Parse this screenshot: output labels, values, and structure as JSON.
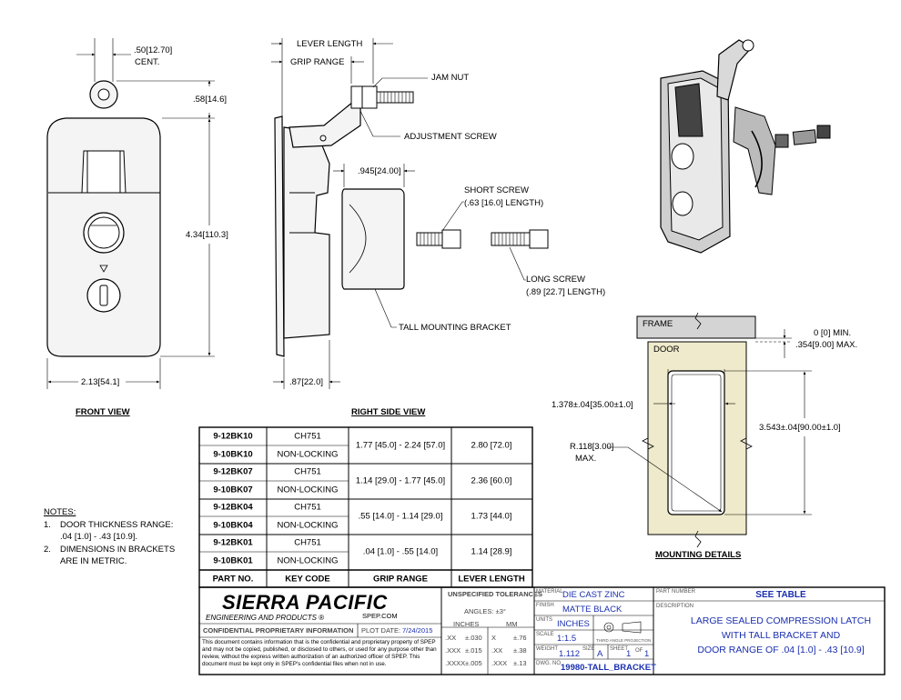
{
  "views": {
    "front": "FRONT VIEW",
    "right_side": "RIGHT SIDE VIEW",
    "mounting": "MOUNTING DETAILS"
  },
  "front_dims": {
    "center_top": ".50",
    "center_top_metric": "12.70",
    "center_word": "CENT.",
    "top_offset": ".58",
    "top_offset_metric": "14.6",
    "height": "4.34",
    "height_metric": "110.3",
    "width": "2.13",
    "width_metric": "54.1"
  },
  "side_dims": {
    "lever_length": "LEVER LENGTH",
    "grip_range": "GRIP RANGE",
    "jam_nut": "JAM NUT",
    "adjustment_screw": "ADJUSTMENT SCREW",
    "bracket_width": ".945",
    "bracket_width_metric": "24.00",
    "depth": ".87",
    "depth_metric": "22.0",
    "short_screw": "SHORT SCREW",
    "short_screw_len": "(.63 [16.0] LENGTH)",
    "long_screw": "LONG SCREW",
    "long_screw_len": "(.89 [22.7] LENGTH)",
    "tall_bracket": "TALL MOUNTING BRACKET"
  },
  "mount_dims": {
    "frame": "FRAME",
    "door": "DOOR",
    "min": "0 [0] MIN.",
    "max": ".354",
    "max_metric": "9.00",
    "max_word": "MAX.",
    "cut_width": "1.378±.04",
    "cut_width_metric": "35.00±1.0",
    "cut_height": "3.543±.04",
    "cut_height_metric": "90.00±1.0",
    "radius": "R.118",
    "radius_metric": "3.00",
    "radius_max": "MAX."
  },
  "notes": {
    "title": "NOTES:",
    "n1_num": "1.",
    "n1_a": "DOOR THICKNESS RANGE:",
    "n1_b": ".04 [1.0] - .43 [10.9].",
    "n2_num": "2.",
    "n2_a": "DIMENSIONS IN BRACKETS",
    "n2_b": "ARE IN METRIC."
  },
  "table": {
    "headers": [
      "PART NO.",
      "KEY CODE",
      "GRIP RANGE",
      "LEVER LENGTH"
    ],
    "rows": [
      {
        "part": "9-12BK10",
        "key": "CH751"
      },
      {
        "part": "9-10BK10",
        "key": "NON-LOCKING"
      },
      {
        "part": "9-12BK07",
        "key": "CH751"
      },
      {
        "part": "9-10BK07",
        "key": "NON-LOCKING"
      },
      {
        "part": "9-12BK04",
        "key": "CH751"
      },
      {
        "part": "9-10BK04",
        "key": "NON-LOCKING"
      },
      {
        "part": "9-12BK01",
        "key": "CH751"
      },
      {
        "part": "9-10BK01",
        "key": "NON-LOCKING"
      }
    ],
    "groups": [
      {
        "grip": "1.77 [45.0] - 2.24 [57.0]",
        "lever": "2.80 [72.0]"
      },
      {
        "grip": "1.14 [29.0] - 1.77 [45.0]",
        "lever": "2.36 [60.0]"
      },
      {
        "grip": ".55 [14.0] - 1.14 [29.0]",
        "lever": "1.73 [44.0]"
      },
      {
        "grip": ".04 [1.0] - .55 [14.0]",
        "lever": "1.14 [28.9]"
      }
    ]
  },
  "title_block": {
    "company": "SIERRA PACIFIC",
    "company_sub": "ENGINEERING AND PRODUCTS",
    "website": "SPEP.COM",
    "confidential": "CONFIDENTIAL PROPRIETARY INFORMATION",
    "plot_label": "PLOT DATE:",
    "plot_date": "7/24/2015",
    "disclaimer": "This document contains information that is the confidential and proprietary property of SPEP and may not be copied, published, or disclosed to others, or used for any purpose other than review, without the express written authorization of an authorized officer of SPEP. This document must be kept only in SPEP's confidential files when not in use.",
    "tol_title": "UNSPECIFIED TOLERANCES",
    "angles": "ANGLES: ±3°",
    "inches_h": "INCHES",
    "mm_h": "MM",
    "tol": [
      {
        "in": ".XX",
        "in_tol": "±.030",
        "mm": "X",
        "mm_tol": "±.76"
      },
      {
        "in": ".XXX",
        "in_tol": "±.015",
        "mm": ".XX",
        "mm_tol": "±.38"
      },
      {
        "in": ".XXXX",
        "in_tol": "±.005",
        "mm": ".XXX",
        "mm_tol": "±.13"
      }
    ],
    "material_label": "MATERIAL",
    "material": "DIE CAST ZINC",
    "finish_label": "FINISH",
    "finish": "MATTE BLACK",
    "units_label": "UNITS",
    "units": "INCHES",
    "scale_label": "SCALE",
    "scale": "1:1.5",
    "projection": "THIRD ANGLE PROJECTION",
    "weight_label": "WEIGHT",
    "weight": "1.112",
    "size_label": "SIZE",
    "size": "A",
    "sheet_label": "SHEET",
    "sheet": "1",
    "of_label": "OF",
    "of": "1",
    "dwg_label": "DWG. NO.",
    "dwg": "19980-TALL_BRACKET",
    "partnum_label": "PART NUMBER",
    "partnum": "SEE TABLE",
    "desc_label": "DESCRIPTION",
    "desc1": "LARGE SEALED COMPRESSION LATCH",
    "desc2": "WITH TALL BRACKET AND",
    "desc3": "DOOR RANGE OF .04 [1.0] - .43 [10.9]"
  },
  "colors": {
    "door_fill": "#eeeacb",
    "frame_fill": "#d4d4d4",
    "blue_text": "#1a2fb0",
    "part_fill": "#f4f4f4"
  }
}
